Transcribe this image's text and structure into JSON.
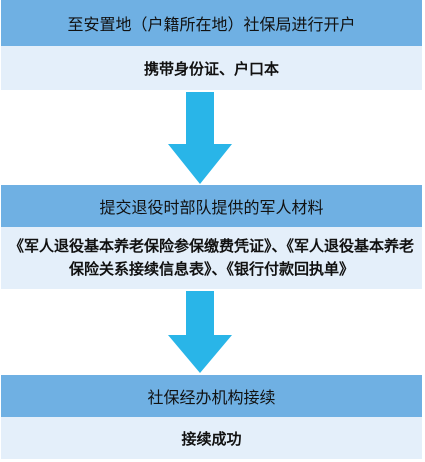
{
  "steps": [
    {
      "title": "至安置地（户籍所在地）社保局进行开户",
      "detail": "携带身份证、户口本"
    },
    {
      "title": "提交退役时部队提供的军人材料",
      "detail": "《军人退役基本养老保险参保缴费凭证》、《军人退役基本养老保险关系接续信息表》、《银行付款回执单》"
    },
    {
      "title": "社保经办机构接续",
      "detail": "接续成功"
    }
  ],
  "colors": {
    "header_bg": "#6fb0e3",
    "detail_bg": "#e4effa",
    "arrow": "#29b5e8"
  },
  "icons": {
    "arrow": "arrow-down-icon"
  }
}
